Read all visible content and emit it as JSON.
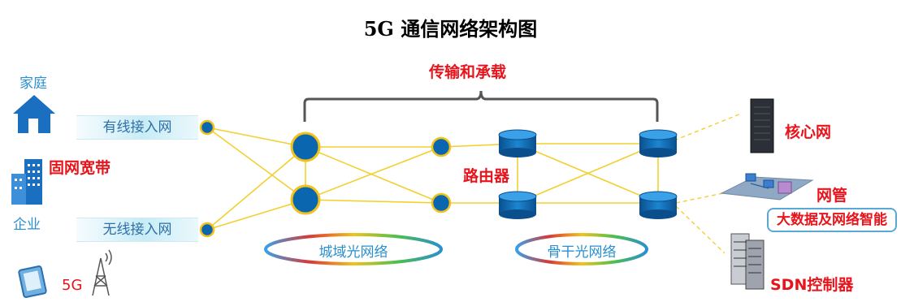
{
  "title": "5G 通信网络架构图",
  "transport_label": "传输和承载",
  "left": {
    "home_label": "家庭",
    "broadband_label": "固网宽带",
    "enterprise_label": "企业",
    "fiveg_label": "5G",
    "wired_access_label": "有线接入网",
    "wireless_access_label": "无线接入网"
  },
  "rings": {
    "metro_label": "城域光网络",
    "backbone_label": "骨干光网络"
  },
  "router_label": "路由器",
  "right": {
    "core_label": "核心网",
    "nms_label": "网管",
    "bigdata_label": "大数据及网络智能",
    "sdn_label": "SDN控制器"
  },
  "colors": {
    "link": "#f2d030",
    "node": "#0b66b0",
    "node_ring": "#f2c21b",
    "label_red": "#e8141c",
    "label_blue": "#2a8fd0",
    "dashed_link": "#f2d030"
  }
}
